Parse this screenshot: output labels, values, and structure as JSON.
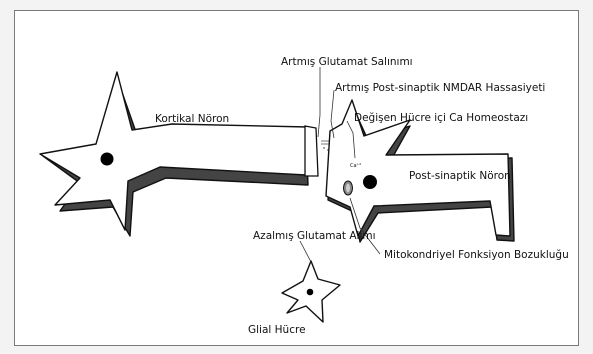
{
  "labels": {
    "cortical_neuron": "Kortikal Nöron",
    "increased_glutamate_release": "Artmış Glutamat Salınımı",
    "increased_nmdar_sensitivity": "Artmış Post-sinaptik NMDAR Hassasiyeti",
    "altered_ca_homeostasis": "Değişen Hücre içi Ca Homeostazı",
    "postsynaptic_neuron": "Post-sinaptik Nöron",
    "mitochondrial_dysfunction": "Mitokondriyel Fonksiyon Bozukluğu",
    "decreased_glutamate_uptake": "Azalmış Glutamat Alımı",
    "glial_cell": "Glial Hücre",
    "calcium_ion": "Ca⁺²"
  },
  "colors": {
    "outline": "#111111",
    "cell_fill": "#ffffff",
    "shadow": "#444444",
    "nucleus": "#000000",
    "frame": "#7a7a7a"
  }
}
